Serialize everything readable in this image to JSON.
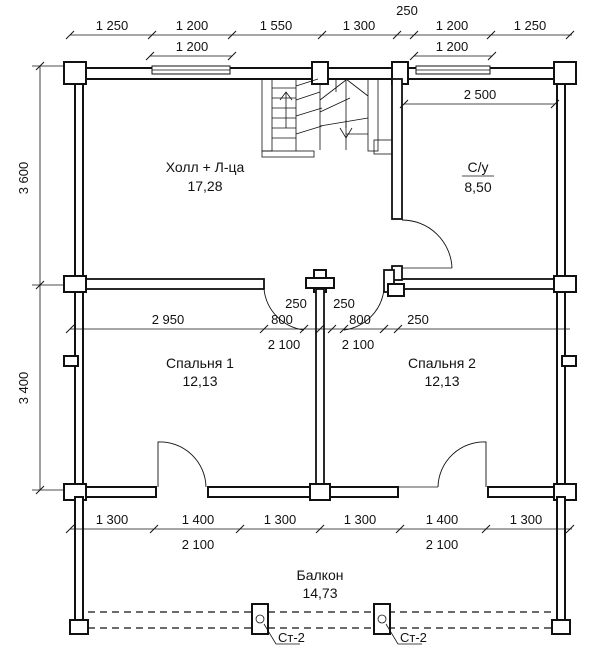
{
  "rooms": {
    "hall": {
      "name": "Холл + Л-ца",
      "area": "17,28"
    },
    "bathroom": {
      "name": "С/у",
      "area": "8,50"
    },
    "bedroom1": {
      "name": "Спальня 1",
      "area": "12,13"
    },
    "bedroom2": {
      "name": "Спальня 2",
      "area": "12,13"
    },
    "balcony": {
      "name": "Балкон",
      "area": "14,73"
    }
  },
  "dims": {
    "top_segments": [
      "1 250",
      "1 200",
      "1 550",
      "1 300",
      "1 200",
      "1 250"
    ],
    "top_gap": "250",
    "top_window_left": "1 200",
    "top_window_right": "1 200",
    "bath_width": "2 500",
    "left_top": "3 600",
    "left_bottom": "3 400",
    "bedroom_width": "2 950",
    "door_w_left": "800",
    "door_w_right": "800",
    "door_h_left": "2 100",
    "door_h_right": "2 100",
    "wall_left": "250",
    "wall_mid": "250",
    "wall_right": "250",
    "bottom_segments": [
      "1 300",
      "1 400",
      "1 300",
      "1 300",
      "1 400",
      "1 300"
    ],
    "bottom_door_left": "2 100",
    "bottom_door_right": "2 100"
  },
  "columns": {
    "left": "Ст-2",
    "right": "Ст-2"
  }
}
